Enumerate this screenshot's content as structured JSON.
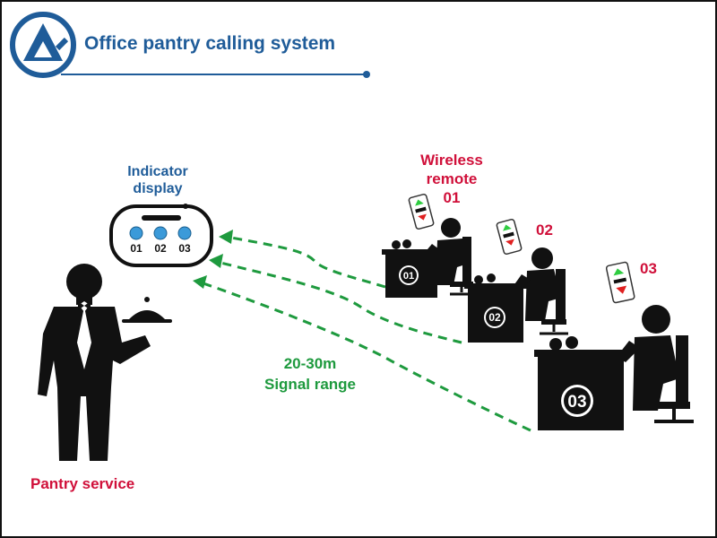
{
  "title": "Office pantry calling system",
  "indicator": {
    "label_line1": "Indicator",
    "label_line2": "display",
    "slots": [
      "01",
      "02",
      "03"
    ]
  },
  "remote": {
    "label_line1": "Wireless",
    "label_line2": "remote"
  },
  "tables": [
    {
      "remote_label": "01",
      "desk_number": "01"
    },
    {
      "remote_label": "02",
      "desk_number": "02"
    },
    {
      "remote_label": "03",
      "desk_number": "03"
    }
  ],
  "signal": {
    "range_line1": "20-30m",
    "range_line2": "Signal range"
  },
  "pantry_label": "Pantry service",
  "colors": {
    "title_blue": "#1f5c99",
    "label_red": "#d0103a",
    "signal_green": "#1e9a3e",
    "silhouette": "#111111"
  }
}
